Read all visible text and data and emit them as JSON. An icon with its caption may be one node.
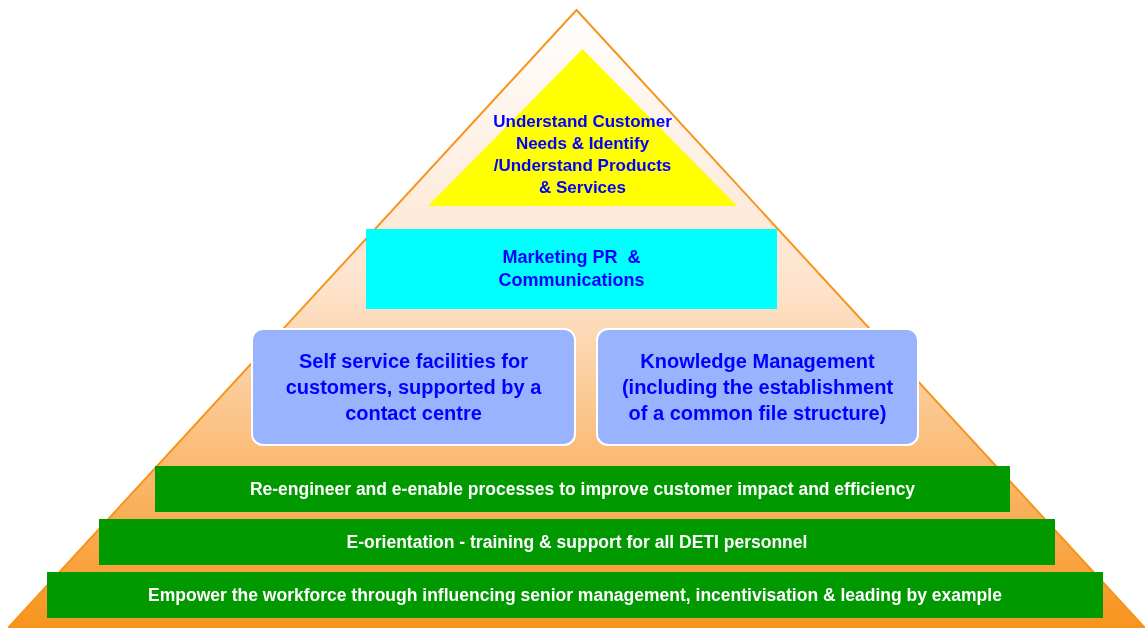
{
  "diagram": {
    "nodes": [
      {
        "text": [],
        "shape": "triangle"
      },
      {
        "text": [
          "Understand Customer Needs & Identify /Understand Products & Services"
        ],
        "in": 0
      },
      {
        "text": [
          "Marketing PR  & Communications"
        ],
        "in": 0
      },
      {
        "text": [
          "Self service facilities for customers, supported by a contact centre"
        ],
        "in": 0
      },
      {
        "text": [
          "Knowledge Management (including the establishment of a common file structure)"
        ],
        "in": 0
      },
      {
        "text": [
          "Re-engineer and e-enable processes to improve customer impact and efficiency"
        ],
        "in": 0
      },
      {
        "text": [
          "E-orientation - training & support for all DETI personnel"
        ],
        "in": 0
      },
      {
        "text": [
          "Empower the workforce through influencing senior management, incentivisation  & leading by example"
        ],
        "in": 0
      }
    ]
  }
}
